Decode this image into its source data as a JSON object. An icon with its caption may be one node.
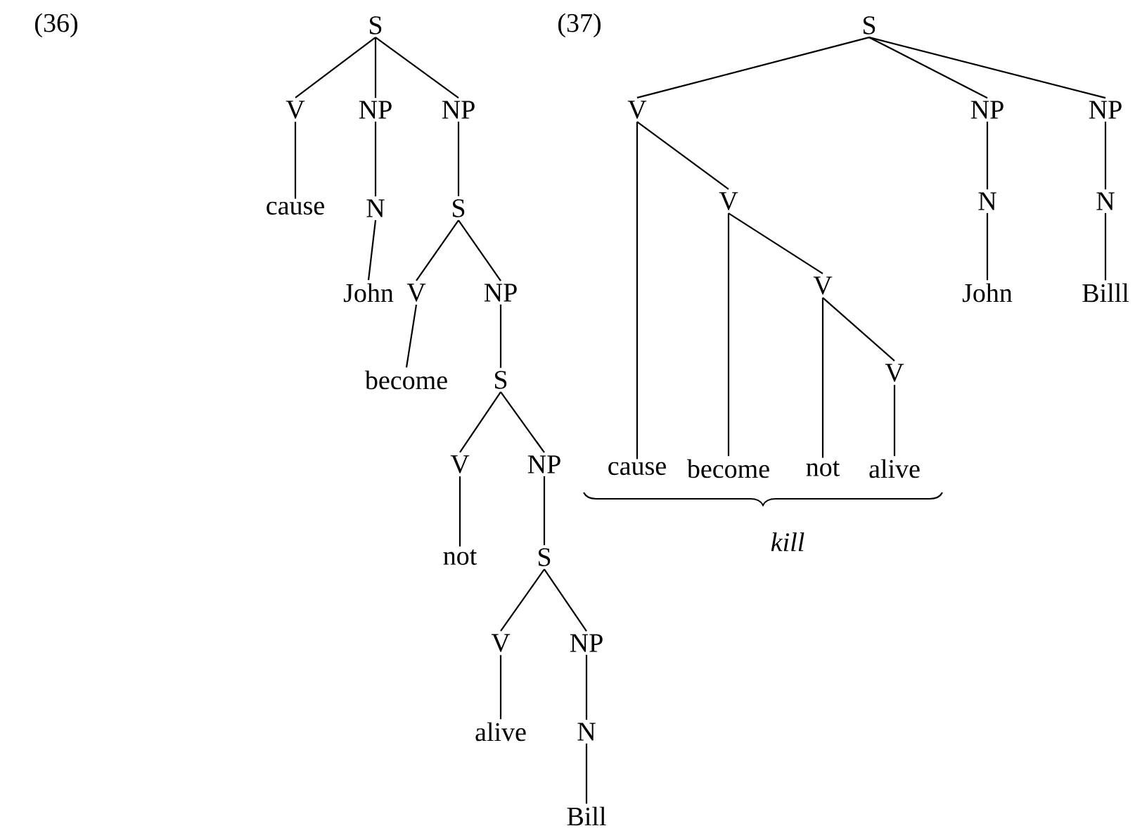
{
  "diagram": {
    "nodes": [
      {
        "text": [
          "S"
        ]
      },
      {
        "text": [
          "V"
        ]
      },
      {
        "text": [
          "NP"
        ]
      },
      {
        "text": [
          "NP"
        ]
      },
      {
        "text": [
          "cause"
        ]
      },
      {
        "text": [
          "N"
        ]
      },
      {
        "text": [
          "S"
        ]
      },
      {
        "text": [
          "John"
        ]
      },
      {
        "text": [
          "V"
        ]
      },
      {
        "text": [
          "NP"
        ]
      },
      {
        "text": [
          "become"
        ]
      },
      {
        "text": [
          "S"
        ]
      },
      {
        "text": [
          "V"
        ]
      },
      {
        "text": [
          "NP"
        ]
      },
      {
        "text": [
          "not"
        ]
      },
      {
        "text": [
          "S"
        ]
      },
      {
        "text": [
          "V"
        ]
      },
      {
        "text": [
          "NP"
        ]
      },
      {
        "text": [
          "alive"
        ]
      },
      {
        "text": [
          "N"
        ]
      },
      {
        "text": [
          "Bill"
        ]
      },
      {
        "text": [
          "S"
        ]
      },
      {
        "text": [
          "V"
        ]
      },
      {
        "text": [
          "NP"
        ]
      },
      {
        "text": [
          "NP"
        ]
      },
      {
        "text": [
          "V"
        ]
      },
      {
        "text": [
          "N"
        ]
      },
      {
        "text": [
          "N"
        ]
      },
      {
        "text": [
          "V"
        ]
      },
      {
        "text": [
          "John"
        ]
      },
      {
        "text": [
          "Billl"
        ]
      },
      {
        "text": [
          "V"
        ]
      },
      {
        "text": [
          "cause"
        ]
      },
      {
        "text": [
          "become"
        ]
      },
      {
        "text": [
          "not"
        ]
      },
      {
        "text": [
          "alive"
        ]
      }
    ],
    "edges": [
      {
        "from": 0,
        "to": 1,
        "arrow": "none"
      },
      {
        "from": 0,
        "to": 2,
        "arrow": "none"
      },
      {
        "from": 0,
        "to": 3,
        "arrow": "none"
      },
      {
        "from": 1,
        "to": 4,
        "arrow": "none"
      },
      {
        "from": 2,
        "to": 5,
        "arrow": "none"
      },
      {
        "from": 5,
        "to": 7,
        "arrow": "none"
      },
      {
        "from": 3,
        "to": 6,
        "arrow": "none"
      },
      {
        "from": 6,
        "to": 8,
        "arrow": "none"
      },
      {
        "from": 6,
        "to": 9,
        "arrow": "none"
      },
      {
        "from": 8,
        "to": 10,
        "arrow": "none"
      },
      {
        "from": 9,
        "to": 11,
        "arrow": "none"
      },
      {
        "from": 11,
        "to": 12,
        "arrow": "none"
      },
      {
        "from": 11,
        "to": 13,
        "arrow": "none"
      },
      {
        "from": 12,
        "to": 14,
        "arrow": "none"
      },
      {
        "from": 13,
        "to": 15,
        "arrow": "none"
      },
      {
        "from": 15,
        "to": 16,
        "arrow": "none"
      },
      {
        "from": 15,
        "to": 17,
        "arrow": "none"
      },
      {
        "from": 16,
        "to": 18,
        "arrow": "none"
      },
      {
        "from": 17,
        "to": 19,
        "arrow": "none"
      },
      {
        "from": 19,
        "to": 20,
        "arrow": "none"
      },
      {
        "from": 21,
        "to": 22,
        "arrow": "none"
      },
      {
        "from": 21,
        "to": 23,
        "arrow": "none"
      },
      {
        "from": 21,
        "to": 24,
        "arrow": "none"
      },
      {
        "from": 22,
        "to": 25,
        "arrow": "none"
      },
      {
        "from": 22,
        "to": 32,
        "arrow": "none"
      },
      {
        "from": 25,
        "to": 28,
        "arrow": "none"
      },
      {
        "from": 25,
        "to": 33,
        "arrow": "none"
      },
      {
        "from": 28,
        "to": 31,
        "arrow": "none"
      },
      {
        "from": 28,
        "to": 34,
        "arrow": "none"
      },
      {
        "from": 31,
        "to": 35,
        "arrow": "none"
      },
      {
        "from": 23,
        "to": 26,
        "arrow": "none"
      },
      {
        "from": 26,
        "to": 29,
        "arrow": "none"
      },
      {
        "from": 24,
        "to": 27,
        "arrow": "none"
      },
      {
        "from": 27,
        "to": 30,
        "arrow": "none"
      }
    ],
    "labels": [
      "(36)",
      "(37)",
      "kill"
    ]
  }
}
